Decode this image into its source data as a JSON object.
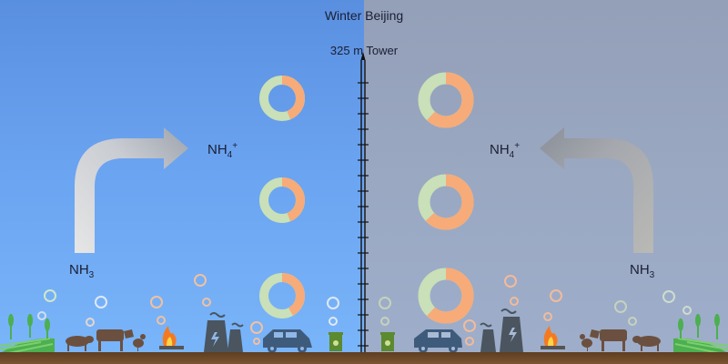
{
  "title": "Winter Beijing",
  "tower_label": "325 m Tower",
  "left_panel": {
    "label_top": {
      "base": "NH",
      "sub": "4",
      "sup": "+"
    },
    "label_bottom": {
      "base": "NH",
      "sub": "3"
    },
    "arrow_direction": "up-then-right",
    "background": "#6aa3f0",
    "donuts": [
      {
        "level": "top",
        "orange_fraction": 0.44
      },
      {
        "level": "middle",
        "orange_fraction": 0.44
      },
      {
        "level": "bottom",
        "orange_fraction": 0.42
      }
    ],
    "sources": [
      "crops",
      "pig",
      "cow",
      "chicken",
      "biomass-fire",
      "power-plant",
      "car",
      "waste-bin"
    ]
  },
  "right_panel": {
    "label_top": {
      "base": "NH",
      "sub": "4",
      "sup": "+"
    },
    "label_bottom": {
      "base": "NH",
      "sub": "3"
    },
    "arrow_direction": "up-then-left",
    "background": "#9aa8c2",
    "donuts": [
      {
        "level": "top",
        "orange_fraction": 0.62
      },
      {
        "level": "middle",
        "orange_fraction": 0.63
      },
      {
        "level": "bottom",
        "orange_fraction": 0.62
      }
    ],
    "sources": [
      "waste-bin",
      "car",
      "power-plant",
      "biomass-fire",
      "chicken",
      "cow",
      "pig",
      "crops"
    ]
  },
  "colors": {
    "donut_green": "#c9e0b8",
    "donut_orange": "#f7ab78",
    "ground": "#6b4728",
    "text": "#1a1f33"
  }
}
